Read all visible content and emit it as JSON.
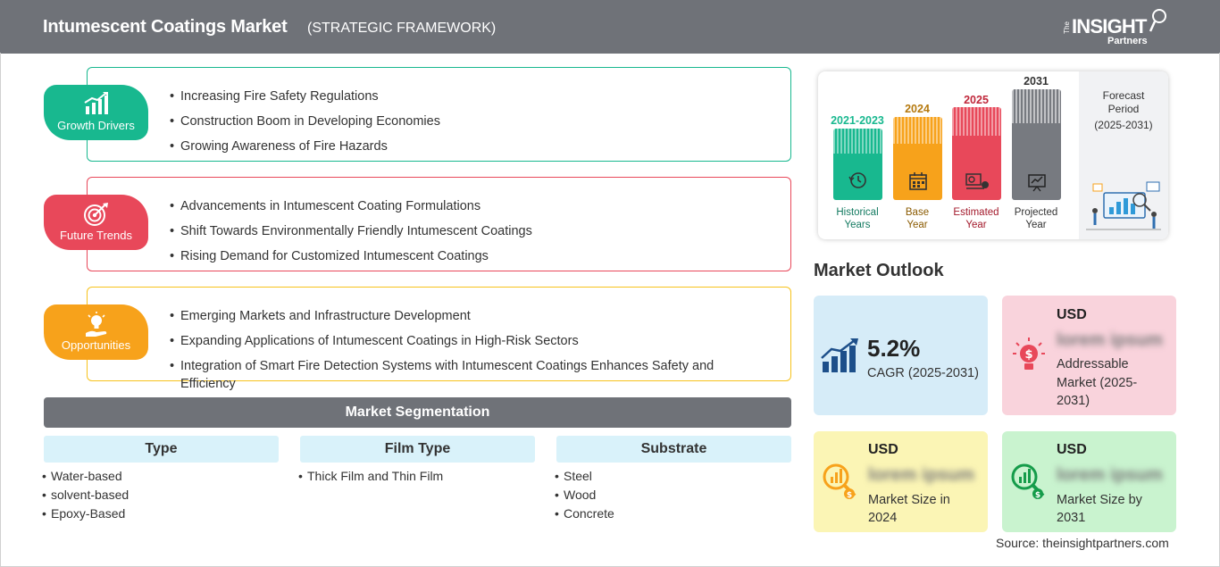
{
  "header": {
    "title": "Intumescent Coatings Market",
    "subtitle": "(STRATEGIC FRAMEWORK)",
    "logo": {
      "the": "The",
      "insight": "INSIGHT",
      "partners": "Partners"
    }
  },
  "framework": {
    "drivers": {
      "label": "Growth Drivers",
      "color": "#18b88f",
      "icon": "growth-chart-icon",
      "items": [
        "Increasing Fire Safety Regulations",
        "Construction Boom in Developing Economies",
        "Growing Awareness of Fire Hazards"
      ]
    },
    "trends": {
      "label": "Future Trends",
      "color": "#e8485a",
      "icon": "target-icon",
      "items": [
        "Advancements in Intumescent Coating Formulations",
        "Shift Towards Environmentally Friendly Intumescent Coatings",
        "Rising Demand for Customized Intumescent Coatings"
      ]
    },
    "opportunities": {
      "label": "Opportunities",
      "color": "#f7a21b",
      "icon": "lightbulb-hand-icon",
      "items": [
        "Emerging Markets and Infrastructure Development",
        "Expanding Applications of Intumescent Coatings in High-Risk Sectors",
        "Integration of Smart Fire Detection Systems with Intumescent Coatings Enhances Safety and Efficiency"
      ]
    }
  },
  "segmentation": {
    "title": "Market Segmentation",
    "columns": [
      {
        "header": "Type",
        "items": [
          "Water-based",
          "solvent-based",
          "Epoxy-Based"
        ]
      },
      {
        "header": "Film Type",
        "items": [
          "Thick Film and Thin Film"
        ]
      },
      {
        "header": "Substrate",
        "items": [
          "Steel",
          "Wood",
          "Concrete"
        ]
      }
    ]
  },
  "timeline": {
    "periods": [
      {
        "year": "2021-2023",
        "caption_1": "Historical",
        "caption_2": "Years",
        "color": "#18b88f",
        "icon": "history-icon"
      },
      {
        "year": "2024",
        "caption_1": "Base",
        "caption_2": "Year",
        "color": "#f7a21b",
        "icon": "calendar-icon"
      },
      {
        "year": "2025",
        "caption_1": "Estimated",
        "caption_2": "Year",
        "color": "#e8485a",
        "icon": "estimate-icon"
      },
      {
        "year": "2031",
        "caption_1": "Projected",
        "caption_2": "Year",
        "color": "#777a80",
        "icon": "projection-icon"
      }
    ],
    "forecast": {
      "line_1": "Forecast",
      "line_2": "Period",
      "line_3": "(2025-2031)"
    }
  },
  "outlook": {
    "title": "Market Outlook",
    "cagr": {
      "value": "5.2%",
      "caption": "CAGR (2025-2031)",
      "bg": "#d6ecf8"
    },
    "addressable": {
      "usd": "USD",
      "value": "lorem ipsum",
      "caption_1": "Addressable",
      "caption_2": "Market (2025-",
      "caption_3": "2031)",
      "bg": "#f9d3dc"
    },
    "size2024": {
      "usd": "USD",
      "value": "lorem ipsum",
      "caption_1": "Market Size in",
      "caption_2": "2024",
      "bg": "#fbf5b5"
    },
    "size2031": {
      "usd": "USD",
      "value": "lorem ipsum",
      "caption_1": "Market Size by",
      "caption_2": "2031",
      "bg": "#c9f3cf"
    }
  },
  "source": "Source: theinsightpartners.com"
}
